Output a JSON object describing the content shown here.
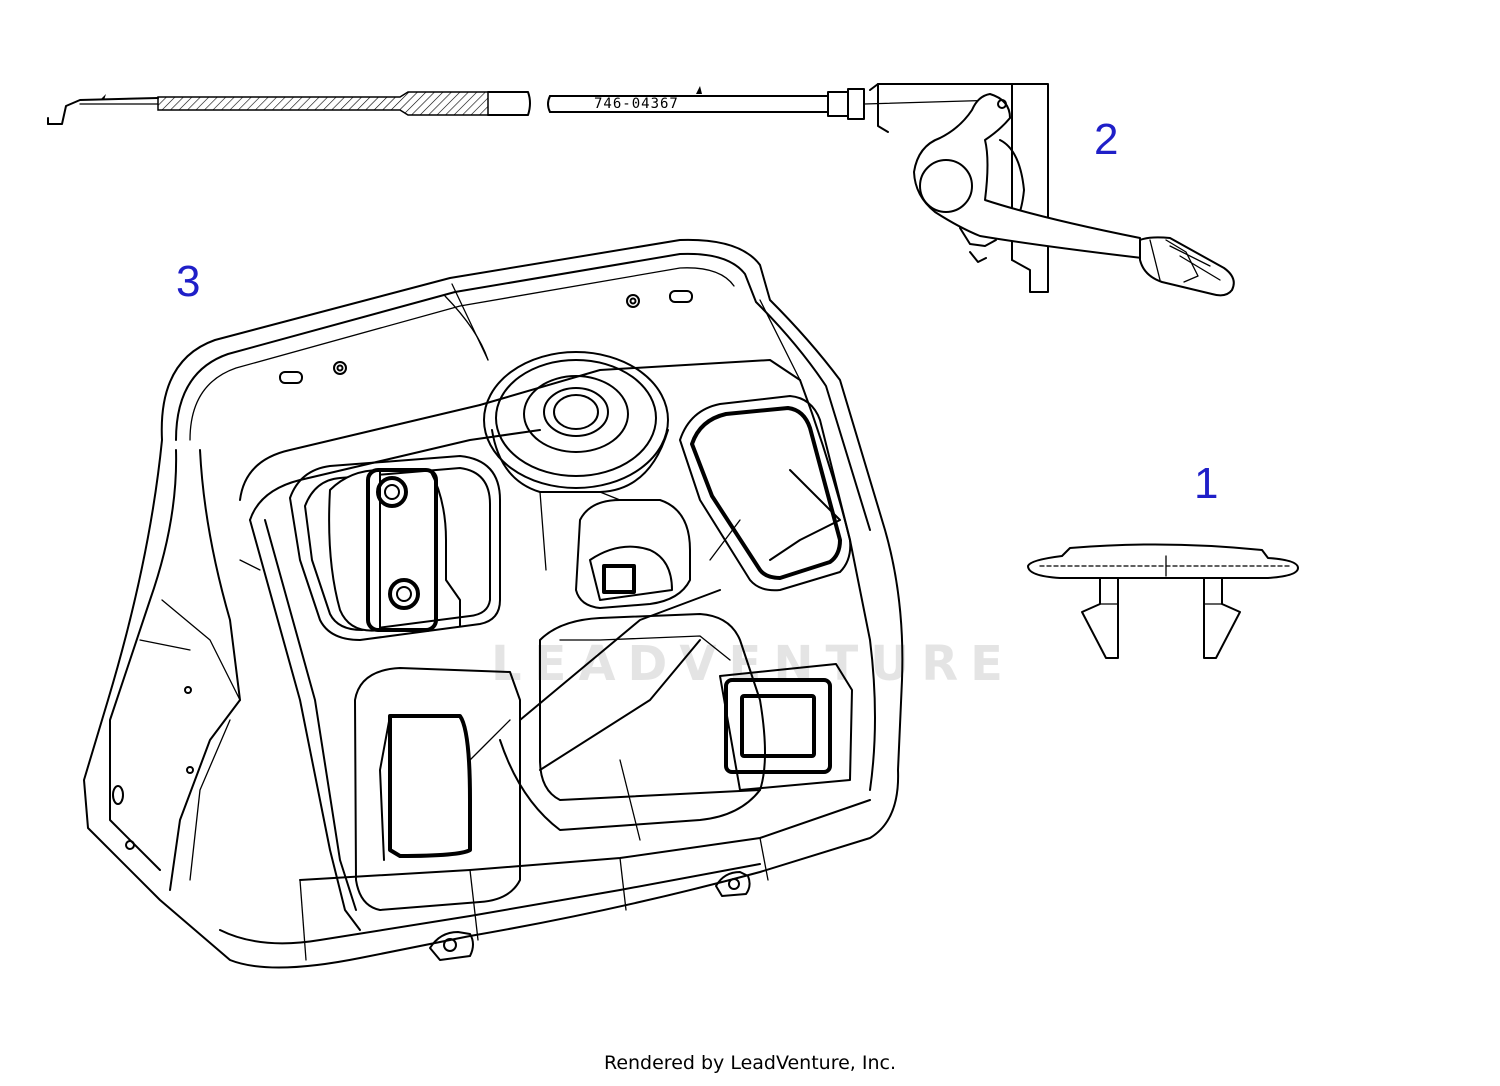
{
  "diagram": {
    "callouts": {
      "part_1": "1",
      "part_2": "2",
      "part_3": "3"
    },
    "cable_part_number": "746-04367",
    "watermark": "LEADVENTURE",
    "footer": "Rendered by LeadVenture, Inc.",
    "colors": {
      "callout": "#1f1fc8",
      "line": "#000000",
      "background": "#ffffff",
      "watermark": "#000000"
    }
  }
}
